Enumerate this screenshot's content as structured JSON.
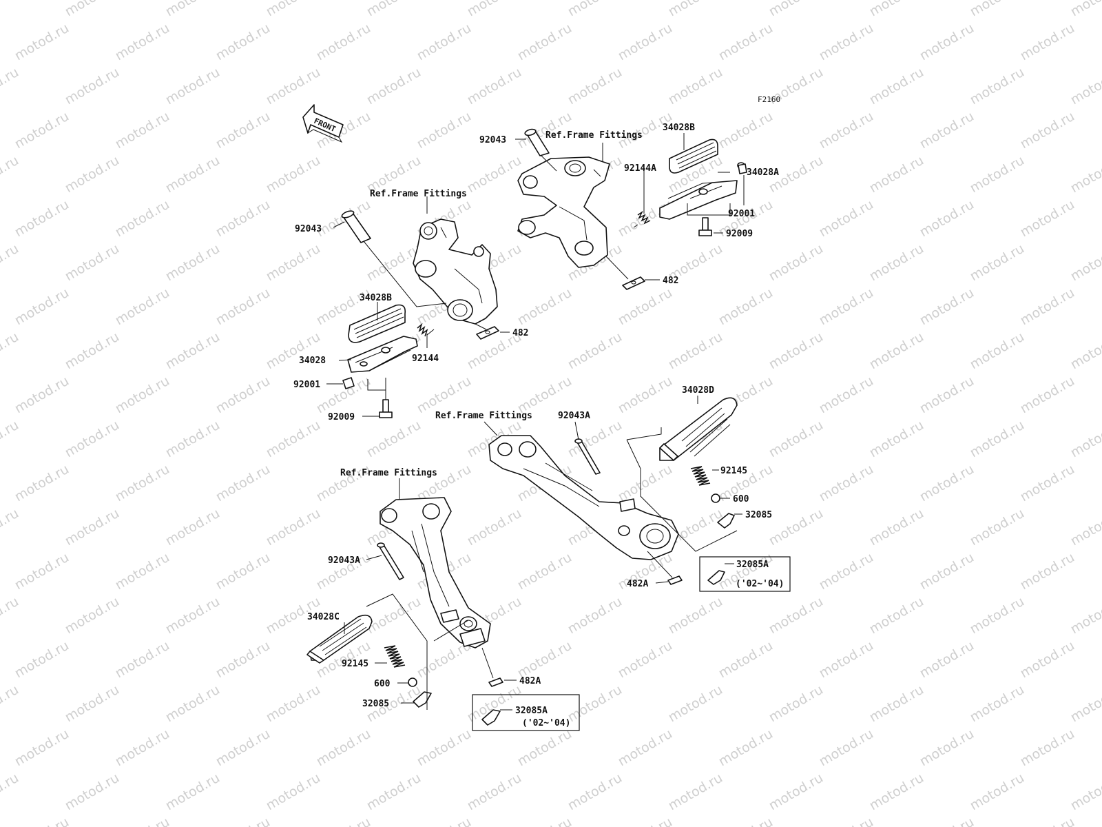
{
  "figure_code": "F2160",
  "front_arrow_label": "FRONT",
  "watermark_text": "motod.ru",
  "labels": {
    "p92043_upper_left": "92043",
    "p92043_upper_right": "92043",
    "ref_frame_upper_left": "Ref.Frame Fittings",
    "ref_frame_upper_right": "Ref.Frame Fittings",
    "ref_frame_lower_right": "Ref.Frame Fittings",
    "ref_frame_lower_left": "Ref.Frame Fittings",
    "p34028B_right": "34028B",
    "p34028A": "34028A",
    "p92144A": "92144A",
    "p92001_right": "92001",
    "p92009_right": "92009",
    "p482_right": "482",
    "p34028B_left": "34028B",
    "p482_left": "482",
    "p92144": "92144",
    "p34028": "34028",
    "p92001_left": "92001",
    "p92009_left": "92009",
    "p92043A_right": "92043A",
    "p34028D": "34028D",
    "p92145_right": "92145",
    "p600_right": "600",
    "p32085_right": "32085",
    "p32085A_right": "32085A",
    "years_right": "('02~'04)",
    "p482A_right": "482A",
    "p92043A_left": "92043A",
    "p34028C": "34028C",
    "p92145_left": "92145",
    "p600_left": "600",
    "p32085_left": "32085",
    "p482A_left": "482A",
    "p32085A_left": "32085A",
    "years_left": "('02~'04)"
  }
}
